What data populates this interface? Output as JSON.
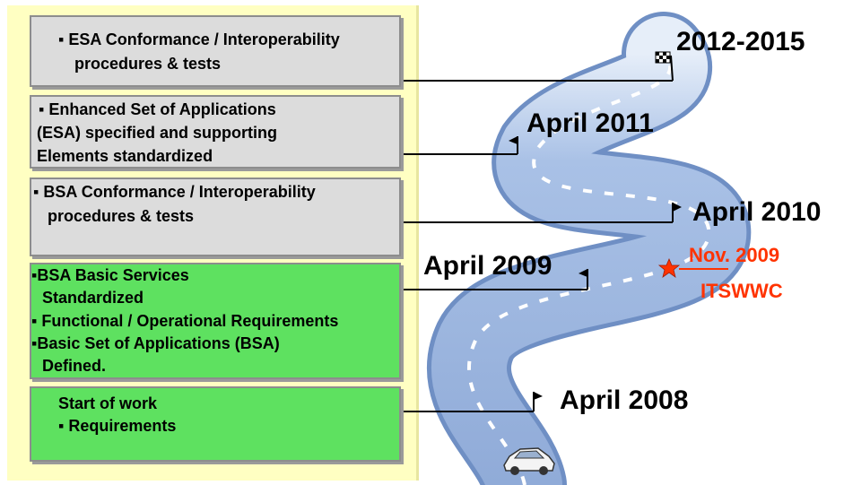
{
  "boxes": [
    {
      "id": "esa-conformance",
      "color": "gray",
      "lines": [
        "▪ ESA Conformance / Interoperability",
        "procedures & tests"
      ]
    },
    {
      "id": "esa-applications",
      "color": "gray",
      "lines": [
        "▪ Enhanced Set of Applications",
        "(ESA) specified and supporting",
        "Elements standardized"
      ]
    },
    {
      "id": "bsa-conformance",
      "color": "gray",
      "lines": [
        "▪  BSA Conformance / Interoperability",
        "procedures & tests"
      ]
    },
    {
      "id": "bsa-basic",
      "color": "green",
      "lines": [
        "▪BSA Basic Services",
        "Standardized",
        "▪ Functional / Operational Requirements",
        "▪Basic Set of Applications (BSA)",
        "Defined."
      ]
    },
    {
      "id": "start-of-work",
      "color": "green",
      "lines": [
        "Start of work",
        "▪ Requirements"
      ]
    }
  ],
  "milestones": [
    {
      "label": "2012-2015",
      "flag": "checkered-flag-icon"
    },
    {
      "label": "April 2011",
      "flag": "flag-icon"
    },
    {
      "label": "April 2010",
      "flag": "flag-icon"
    },
    {
      "label": "April 2009",
      "flag": "flag-icon"
    },
    {
      "label": "April 2008",
      "flag": "flag-icon"
    }
  ],
  "event": {
    "date": "Nov. 2009",
    "name": "ITSWWC",
    "icon": "star-icon",
    "color": "#ff3300"
  },
  "colors": {
    "panel": "#ffffc2",
    "gray_box": "#dcdcdc",
    "green_box": "#5ee160",
    "road": "#a8bfe3",
    "road_edge": "#6f8fc4"
  },
  "icons": {
    "car": "car-icon"
  }
}
